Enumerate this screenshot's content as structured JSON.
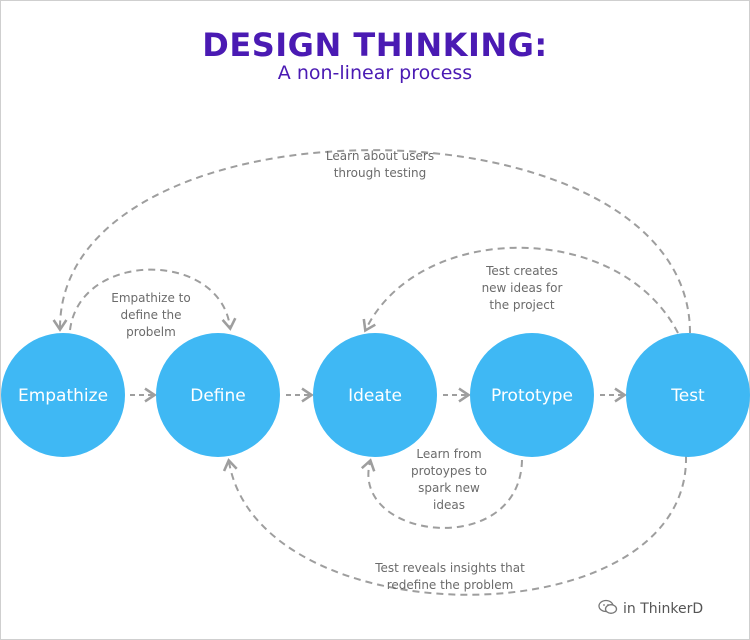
{
  "title": "DESIGN THINKING:",
  "subtitle": "A non-linear process",
  "stages": [
    "Empathize",
    "Define",
    "Ideate",
    "Prototype",
    "Test"
  ],
  "annotations": {
    "test_to_empathize": "Learn about users\nthrough testing",
    "empathize_to_define": "Empathize to\ndefine the\nprobelm",
    "test_to_ideate": "Test creates\nnew ideas for\nthe project",
    "prototype_to_ideate": "Learn from\nprotoypes to\nspark new\nideas",
    "test_to_define": "Test reveals insights that\nredefine the problem"
  },
  "footer": "in ThinkerD",
  "colors": {
    "title": "#4a1ab3",
    "circle": "#3fb8f4",
    "arrow": "#9e9e9e",
    "note_text": "#6b6b6b"
  }
}
